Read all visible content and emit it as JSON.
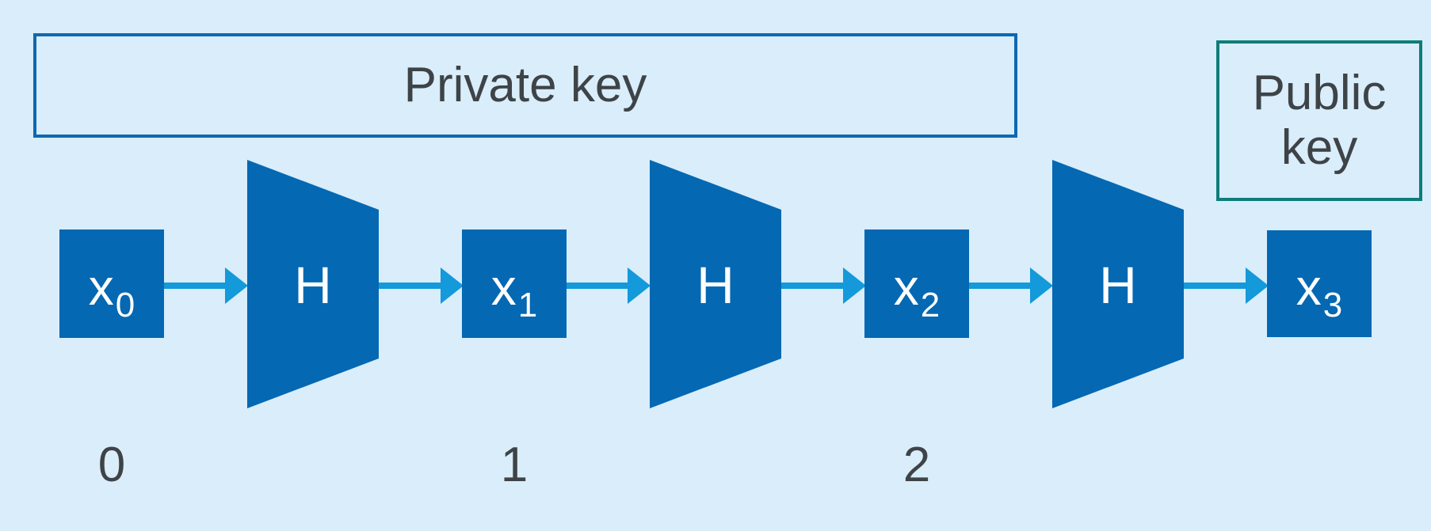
{
  "colors": {
    "background": "#d9edfa",
    "block_fill": "#0468b3",
    "arrow": "#1499da",
    "private_key_border": "#0f68b0",
    "public_key_border": "#0e7d7a",
    "dark_text": "#3e4347",
    "light_text": "#ffffff"
  },
  "private_key": {
    "label": "Private key"
  },
  "public_key": {
    "label": "Public key"
  },
  "states": [
    {
      "symbol": "x",
      "subscript": "0"
    },
    {
      "symbol": "x",
      "subscript": "1"
    },
    {
      "symbol": "x",
      "subscript": "2"
    },
    {
      "symbol": "x",
      "subscript": "3"
    }
  ],
  "hash_blocks": [
    {
      "label": "H"
    },
    {
      "label": "H"
    },
    {
      "label": "H"
    }
  ],
  "step_labels": [
    "0",
    "1",
    "2"
  ]
}
